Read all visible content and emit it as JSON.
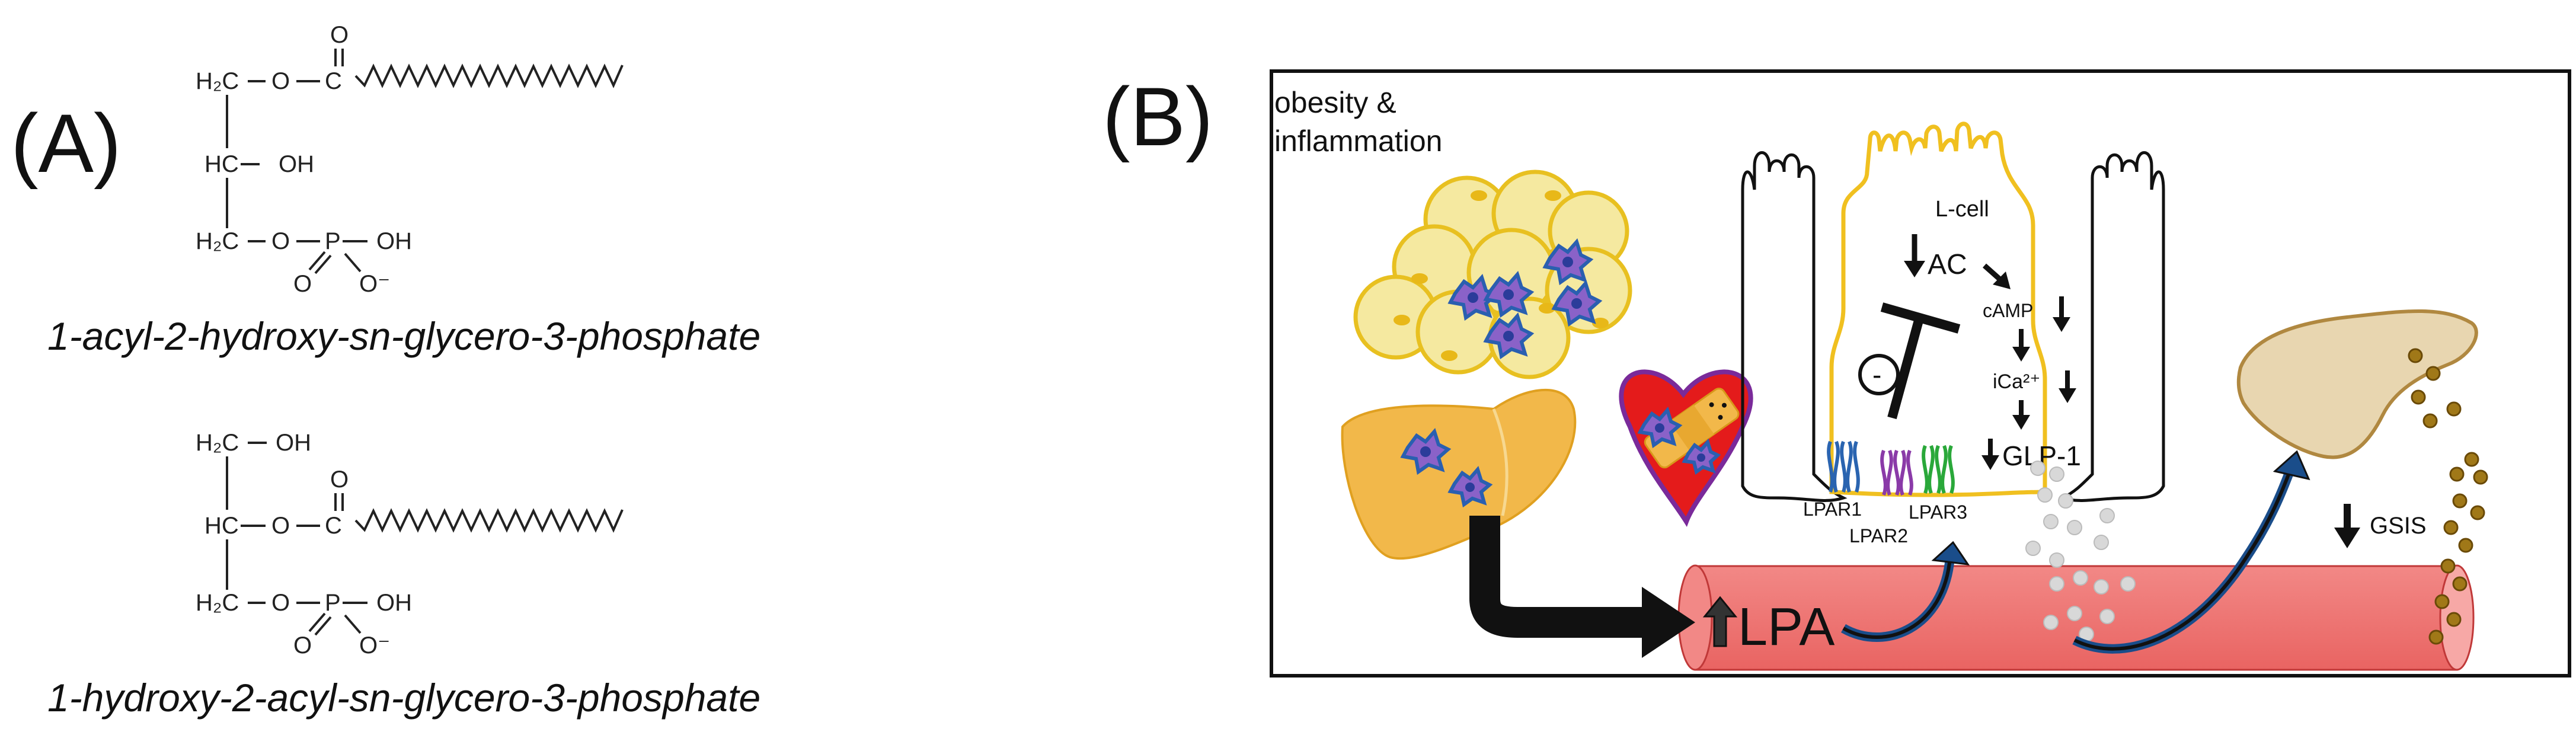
{
  "panel_a": {
    "label": "(A)",
    "molecule1": {
      "caption": "1-acyl-2-hydroxy-sn-glycero-3-phosphate",
      "atoms": {
        "c1": "H₂C",
        "o1": "O",
        "cc": "C",
        "oc": "O",
        "c2": "HC",
        "oh": "OH",
        "c3": "H₂C",
        "o3": "O",
        "p": "P",
        "poh": "OH",
        "po1": "O",
        "po2": "O⁻"
      }
    },
    "molecule2": {
      "caption": "1-hydroxy-2-acyl-sn-glycero-3-phosphate",
      "atoms": {
        "c1": "H₂C",
        "oh": "OH",
        "c2": "HC",
        "o2": "O",
        "cc": "C",
        "oc": "O",
        "c3": "H₂C",
        "o3": "O",
        "p": "P",
        "poh": "OH",
        "po1": "O",
        "po2": "O⁻"
      }
    }
  },
  "panel_b": {
    "label": "(B)",
    "obesity_label_1": "obesity &",
    "obesity_label_2": "inflammation",
    "lcell": "L-cell",
    "ac": "AC",
    "camp": "cAMP",
    "ica": "iCa²⁺",
    "glp1": "GLP-1",
    "inhibit": "-",
    "lpar1": "LPAR1",
    "lpar2": "LPAR2",
    "lpar3": "LPAR3",
    "lpa": "LPA",
    "gsis": "GSIS",
    "colors": {
      "adipocyte": "#f5e9a0",
      "adipocyte_border": "#e8c020",
      "liver": "#f2b84a",
      "heart": "#e41b1b",
      "vessel": "#f07a78",
      "pancreas": "#e8d6b0",
      "lpar1": "#2a64b0",
      "lpar2": "#8a3aa8",
      "lpar3": "#2aa83a",
      "granule": "#a07818"
    }
  }
}
